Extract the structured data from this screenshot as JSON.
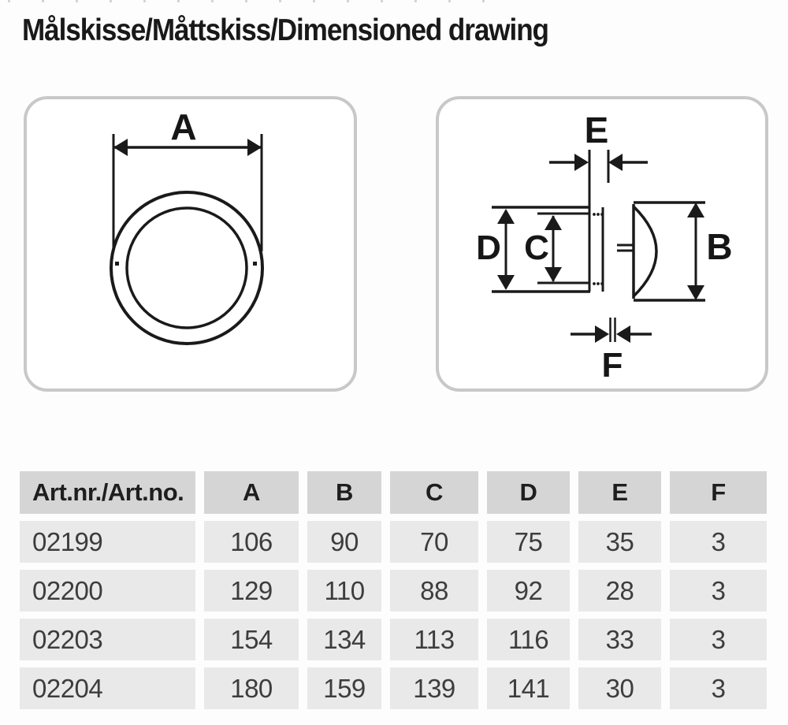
{
  "page": {
    "title": "Målskisse/Måttskiss/Dimensioned drawing"
  },
  "drawings": {
    "front_view": {
      "description": "front view of round valve with outer diameter dimension",
      "label_a": "A"
    },
    "side_view": {
      "description": "side section view of valve with collar, flange and dome",
      "label_b": "B",
      "label_c": "C",
      "label_d": "D",
      "label_e": "E",
      "label_f": "F"
    }
  },
  "table": {
    "headers": [
      "Art.nr./Art.no.",
      "A",
      "B",
      "C",
      "D",
      "E",
      "F"
    ],
    "rows": [
      {
        "cells": [
          "02199",
          "106",
          "90",
          "70",
          "75",
          "35",
          "3"
        ]
      },
      {
        "cells": [
          "02200",
          "129",
          "110",
          "88",
          "92",
          "28",
          "3"
        ]
      },
      {
        "cells": [
          "02203",
          "154",
          "134",
          "113",
          "116",
          "33",
          "3"
        ]
      },
      {
        "cells": [
          "02204",
          "180",
          "159",
          "139",
          "141",
          "30",
          "3"
        ]
      }
    ]
  },
  "colors": {
    "drawing_line": "#1a1a1a",
    "box_border": "#c8c8c8",
    "table_header_bg": "#d5d5d5",
    "table_row_bg": "#e9e9e9",
    "title_text": "#191919",
    "value_text": "#3d3d3d"
  }
}
